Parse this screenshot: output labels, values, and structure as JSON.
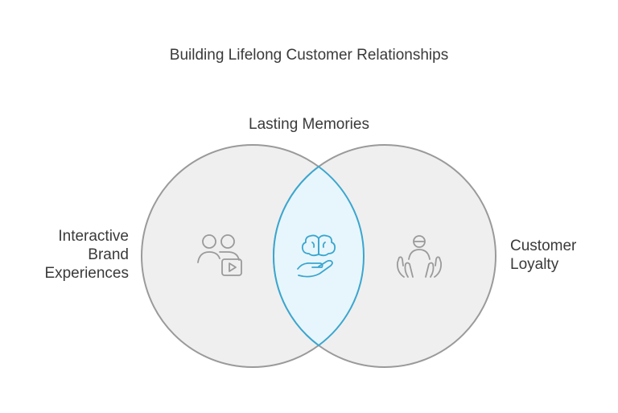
{
  "title": "Building Lifelong Customer Relationships",
  "intersection_label": "Lasting Memories",
  "left_label": [
    "Interactive",
    "Brand",
    "Experiences"
  ],
  "right_label": [
    "Customer",
    "Loyalty"
  ],
  "icons": {
    "left": "users-video-icon",
    "center": "brain-hand-icon",
    "right": "person-cupped-hands-icon"
  },
  "colors": {
    "circle_fill": "#efefef",
    "circle_stroke": "#9a9a9a",
    "intersection_fill": "#e7f6fc",
    "intersection_stroke": "#3aa6cf",
    "icon_gray": "#9a9a9a",
    "icon_blue": "#3aa6cf"
  }
}
